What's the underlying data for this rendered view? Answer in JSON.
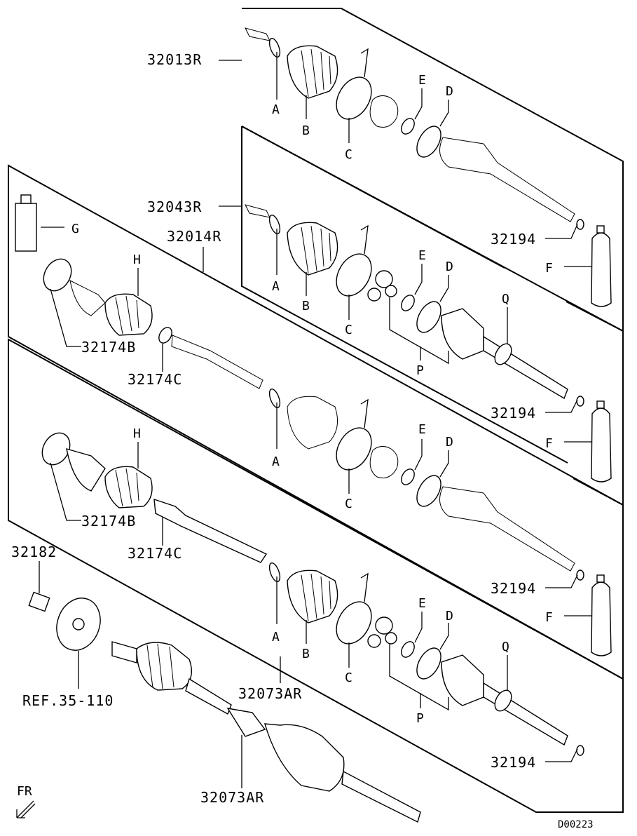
{
  "diagram_code": "D00223",
  "direction_label": "FR",
  "assemblies": {
    "top_outline": "32013R",
    "second_outline": "32043R",
    "third_outline": "32014R",
    "bottom_group": "32073AR",
    "lower_shaft": "32073AR"
  },
  "parts": {
    "boot_band_small": "A",
    "boot": "B",
    "boot_band_large": "C",
    "circlip_d": "D",
    "snap_ring_e": "E",
    "grease": "F",
    "grease_bottle": "G",
    "outer_boot_h": "H",
    "spider_kit": "P",
    "seal_q": "Q",
    "circlip": "32194",
    "outer_band_b": "32174B",
    "outer_band_c": "32174C",
    "hub_nut": "32182",
    "hub_ref": "REF.35-110"
  }
}
